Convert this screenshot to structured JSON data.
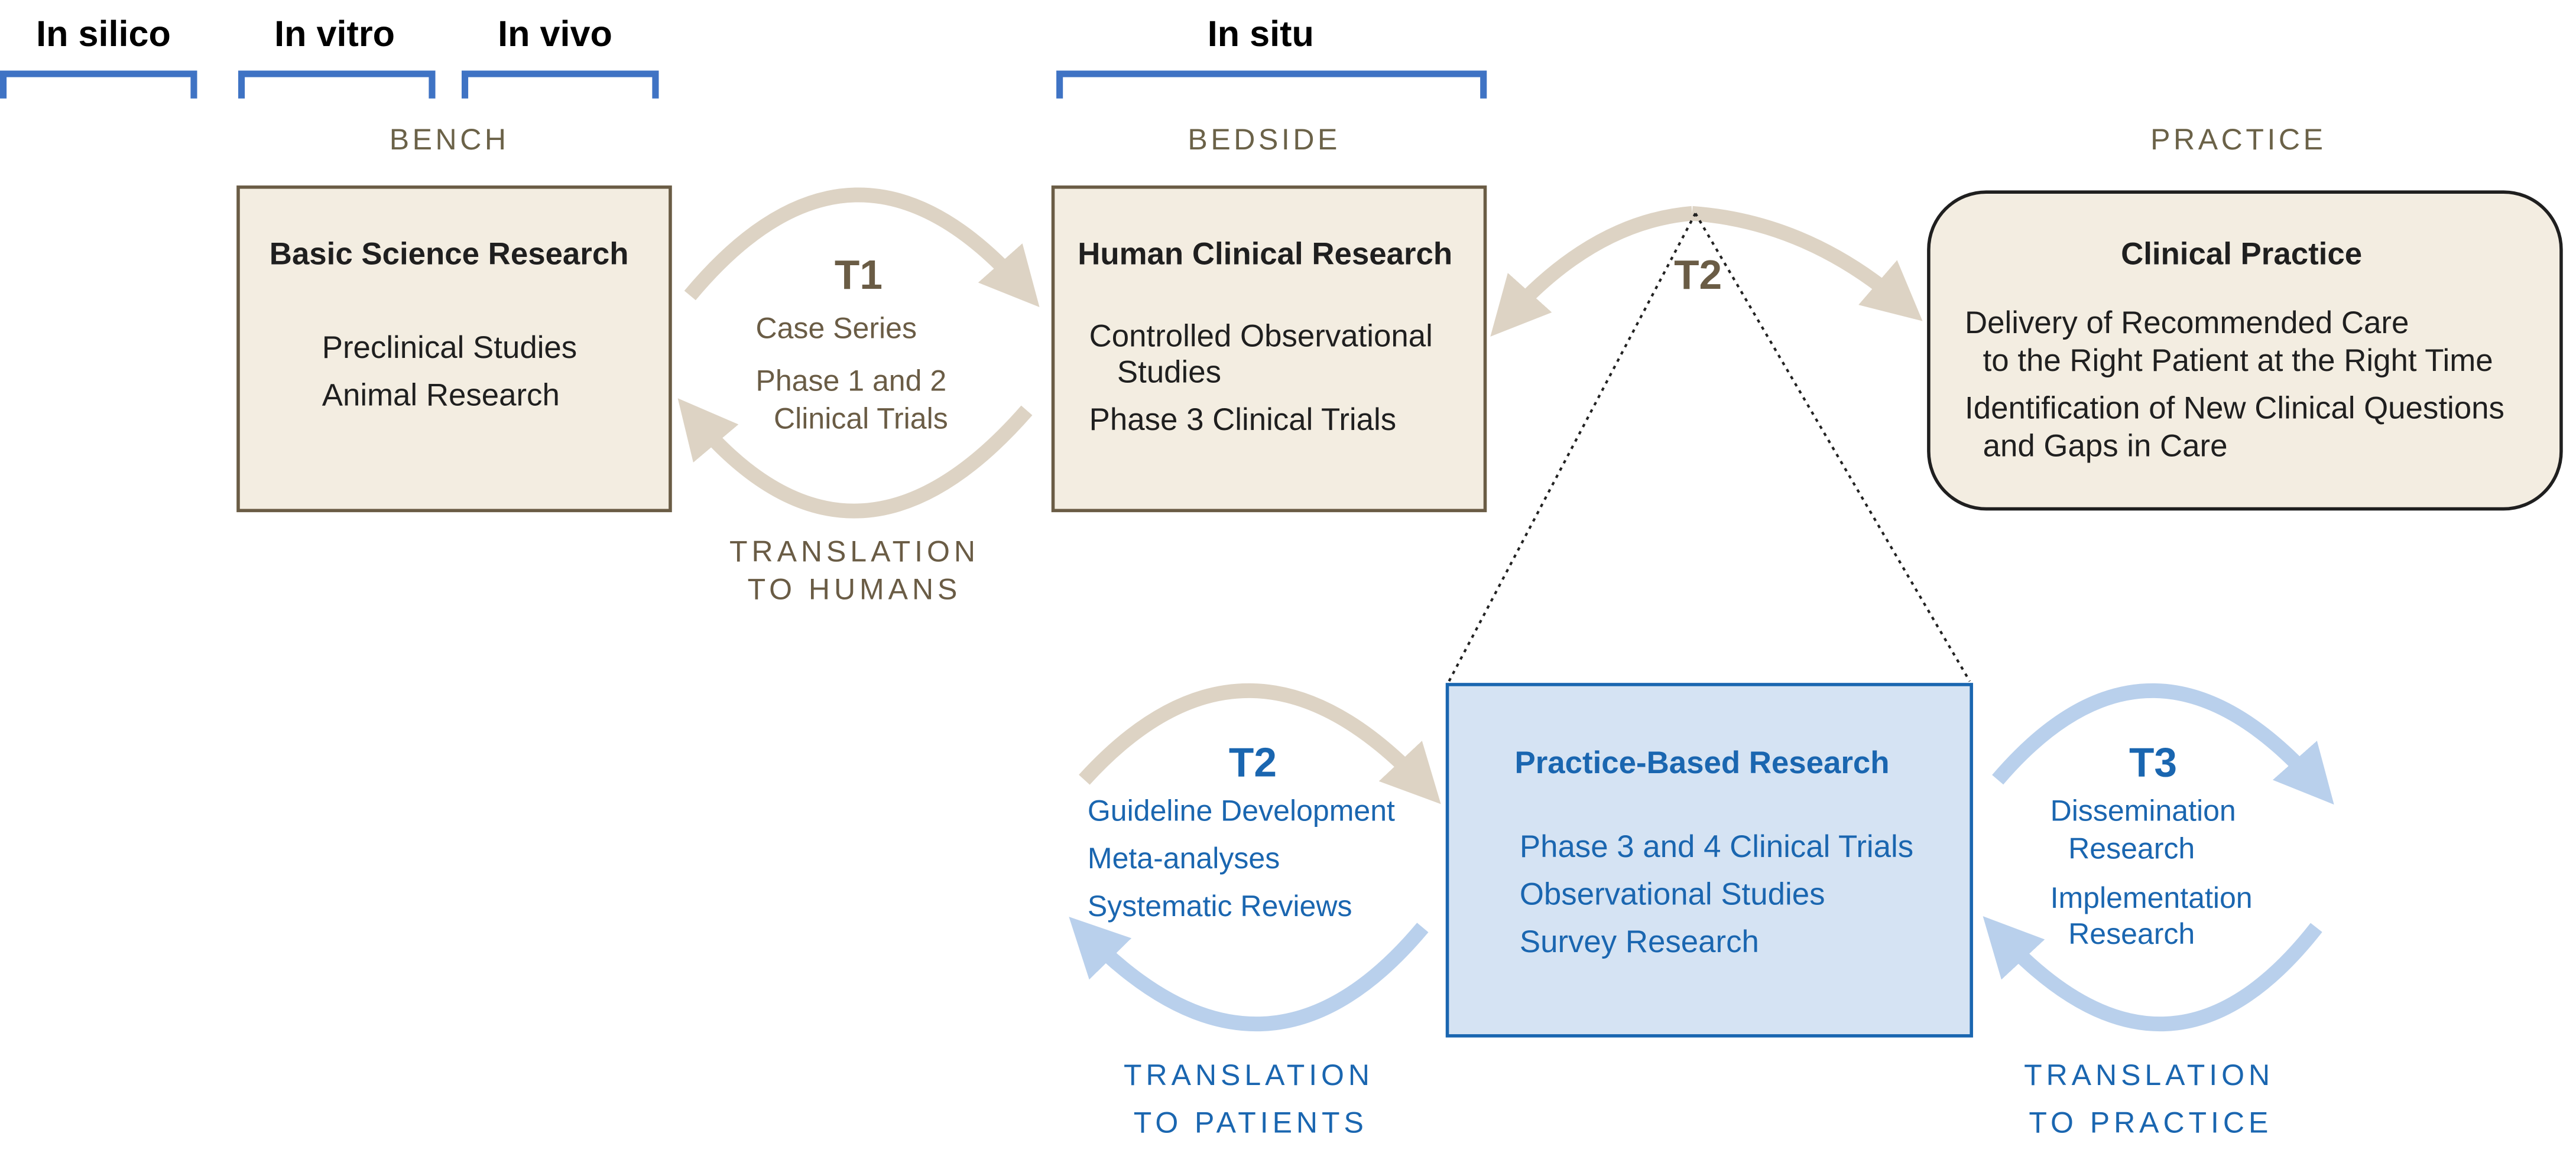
{
  "headers": {
    "in_silico": "In silico",
    "in_vitro": "In vitro",
    "in_vivo": "In vivo",
    "in_situ": "In situ"
  },
  "stages": {
    "bench": "BENCH",
    "bedside": "BEDSIDE",
    "practice": "PRACTICE"
  },
  "boxes": {
    "basic_science": {
      "title": "Basic Science Research",
      "lines": [
        "Preclinical Studies",
        "Animal Research"
      ]
    },
    "human_clinical": {
      "title": "Human Clinical Research",
      "lines": [
        "Controlled Observational",
        "Studies",
        "Phase 3 Clinical Trials"
      ]
    },
    "clinical_practice": {
      "title": "Clinical Practice",
      "lines": [
        "Delivery of Recommended Care",
        "to the Right Patient at the Right Time",
        "Identification of New Clinical Questions",
        "and Gaps in Care"
      ]
    },
    "practice_based": {
      "title": "Practice-Based Research",
      "lines": [
        "Phase 3 and 4 Clinical Trials",
        "Observational Studies",
        "Survey Research"
      ]
    }
  },
  "t1": {
    "label": "T1",
    "lines": [
      "Case Series",
      "Phase 1 and 2",
      "Clinical Trials"
    ],
    "caption": [
      "TRANSLATION",
      "TO HUMANS"
    ]
  },
  "t2_top": {
    "label": "T2"
  },
  "t2": {
    "label": "T2",
    "lines": [
      "Guideline Development",
      "Meta-analyses",
      "Systematic Reviews"
    ],
    "caption": [
      "TRANSLATION",
      "TO PATIENTS"
    ]
  },
  "t3": {
    "label": "T3",
    "lines": [
      "Dissemination",
      "Research",
      "Implementation",
      "Research"
    ],
    "caption": [
      "TRANSLATION",
      "TO PRACTICE"
    ]
  },
  "colors": {
    "tan_arrow": "#ddd3c4",
    "blue_arrow": "#b9d0ec",
    "bracket_blue": "#3f73c4",
    "tan_text": "#6a5c45",
    "blue_text": "#1a66b0"
  }
}
